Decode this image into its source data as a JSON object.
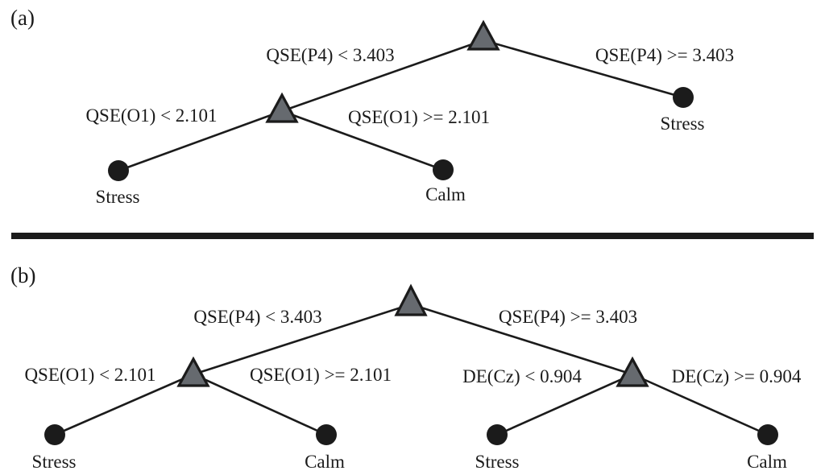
{
  "colors": {
    "node_fill": "#666a6f",
    "node_stroke": "#1b1b1b",
    "leaf_fill": "#1b1b1b",
    "line": "#1b1b1b",
    "divider": "#1b1b1b",
    "background": "#ffffff"
  },
  "panel_a": {
    "label": "(a)",
    "edges": {
      "root_left": "QSE(P4) < 3.403",
      "root_right": "QSE(P4) >= 3.403",
      "node1_left": "QSE(O1) < 2.101",
      "node1_right": "QSE(O1) >= 2.101"
    },
    "leaves": {
      "left": "Stress",
      "middle": "Calm",
      "right": "Stress"
    }
  },
  "panel_b": {
    "label": "(b)",
    "edges": {
      "root_left": "QSE(P4) < 3.403",
      "root_right": "QSE(P4) >= 3.403",
      "node1_left": "QSE(O1) < 2.101",
      "node1_right": "QSE(O1) >= 2.101",
      "node2_left": "DE(Cz) < 0.904",
      "node2_right": "DE(Cz) >= 0.904"
    },
    "leaves": {
      "far_left": "Stress",
      "mid_left": "Calm",
      "mid_right": "Stress",
      "far_right": "Calm"
    }
  }
}
